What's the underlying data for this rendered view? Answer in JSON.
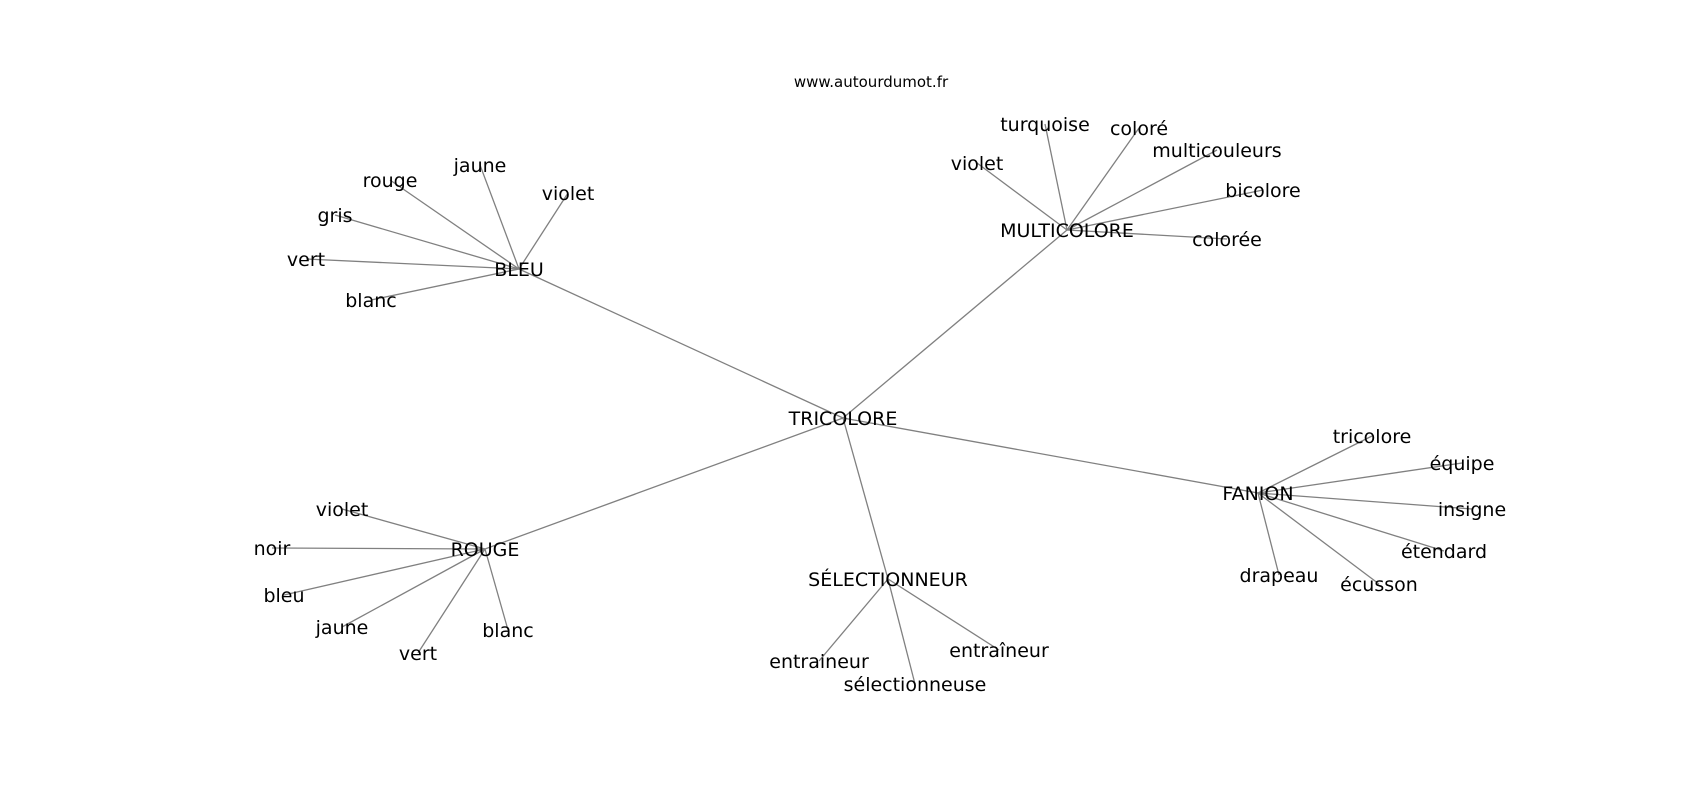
{
  "site": "www.autourdumot.fr",
  "graph": {
    "center": "TRICOLORE",
    "clusters": [
      {
        "hub": "BLEU",
        "words": [
          "jaune",
          "rouge",
          "violet",
          "gris",
          "vert",
          "blanc"
        ]
      },
      {
        "hub": "MULTICOLORE",
        "words": [
          "turquoise",
          "coloré",
          "violet",
          "multicouleurs",
          "bicolore",
          "colorée"
        ]
      },
      {
        "hub": "FANION",
        "words": [
          "tricolore",
          "équipe",
          "insigne",
          "étendard",
          "drapeau",
          "écusson"
        ]
      },
      {
        "hub": "SÉLECTIONNEUR",
        "words": [
          "entraîneur",
          "entraineur",
          "sélectionneuse"
        ]
      },
      {
        "hub": "ROUGE",
        "words": [
          "violet",
          "noir",
          "bleu",
          "jaune",
          "vert",
          "blanc"
        ]
      }
    ]
  }
}
